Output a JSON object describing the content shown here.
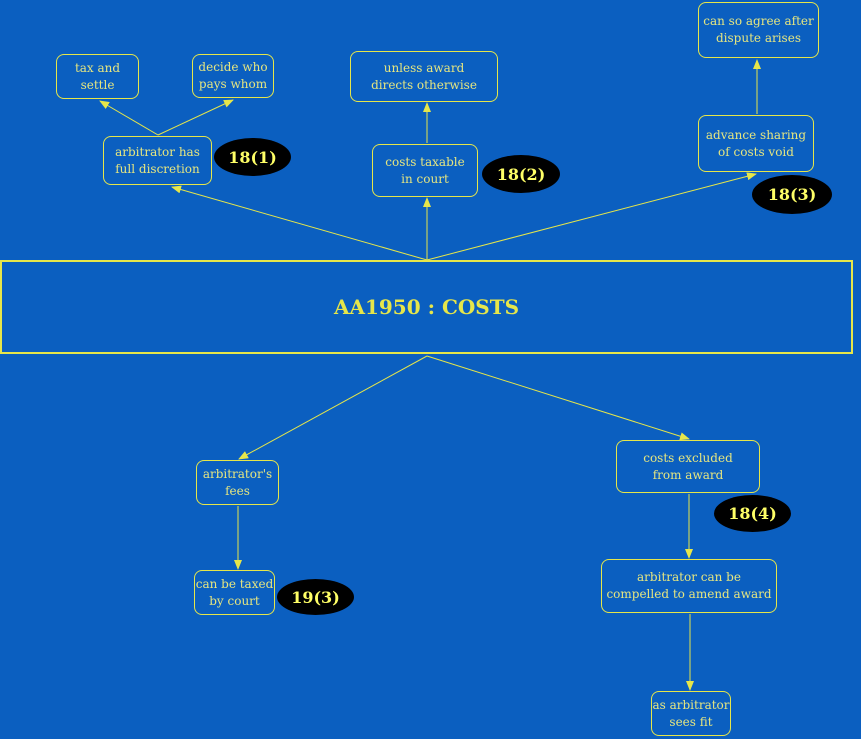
{
  "title": "AA1950 : COSTS",
  "nodes": {
    "tax_settle": "tax and\nsettle",
    "decide_who_pays": "decide who\npays whom",
    "full_discretion": "arbitrator has\nfull discretion",
    "unless_award": "unless award\ndirects otherwise",
    "costs_taxable": "costs taxable\nin court",
    "agree_after": "can so agree after\ndispute arises",
    "advance_sharing": "advance sharing\nof costs void",
    "arbitrators_fees": "arbitrator's\nfees",
    "taxed_by_court": "can be taxed\nby court",
    "costs_excluded": "costs excluded\nfrom award",
    "compelled_amend": "arbitrator can be\ncompelled to amend award",
    "as_sees_fit": "as arbitrator\nsees fit"
  },
  "badges": {
    "s18_1": "18(1)",
    "s18_2": "18(2)",
    "s18_3": "18(3)",
    "s18_4": "18(4)",
    "s19_3": "19(3)"
  },
  "colors": {
    "background": "#0b5fc0",
    "line": "#e6e64a",
    "text": "#e6e680",
    "badge_fill": "#000000",
    "badge_text": "#ffff66"
  }
}
